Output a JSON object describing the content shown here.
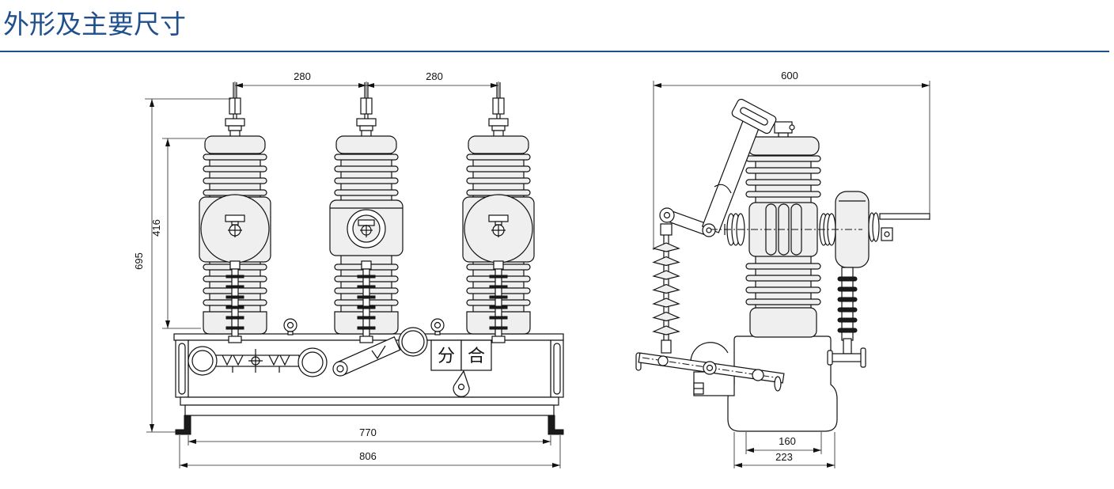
{
  "page": {
    "title": "外形及主要尺寸",
    "accent_color": "#1f4f8c"
  },
  "front_view": {
    "dimensions": {
      "pole_spacing_left": "280",
      "pole_spacing_right": "280",
      "overall_height": "695",
      "insulator_height": "416",
      "foot_spacing": "770",
      "overall_width": "806"
    },
    "indicator": {
      "open_label": "分",
      "close_label": "合"
    }
  },
  "side_view": {
    "dimensions": {
      "overall_depth": "600",
      "base_inner_width": "160",
      "base_outer_width": "223"
    }
  }
}
